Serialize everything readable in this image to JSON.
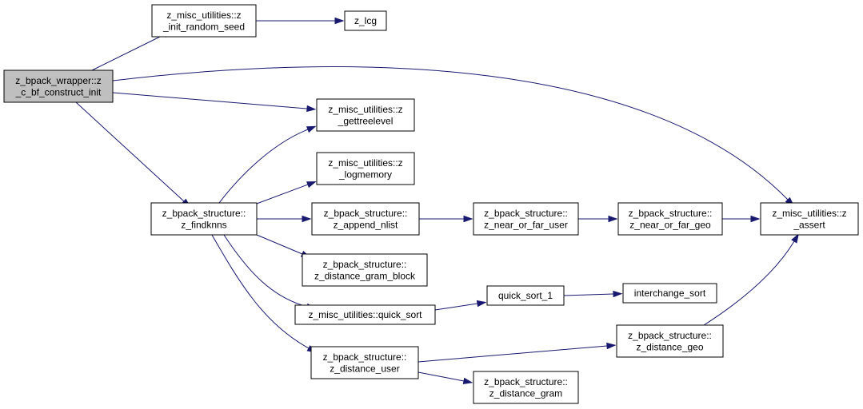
{
  "colors": {
    "node_fill": "#ffffff",
    "root_fill": "#bfbfbf",
    "node_border": "#000000",
    "edge": "#191970"
  },
  "nodes": [
    {
      "id": "root",
      "lines": [
        "z_bpack_wrapper::z",
        "_c_bf_construct_init"
      ],
      "root": true
    },
    {
      "id": "init_random_seed",
      "lines": [
        "z_misc_utilities::z",
        "_init_random_seed"
      ]
    },
    {
      "id": "lcg",
      "lines": [
        "z_lcg"
      ]
    },
    {
      "id": "gettreelevel",
      "lines": [
        "z_misc_utilities::z",
        "_gettreelevel"
      ]
    },
    {
      "id": "logmemory",
      "lines": [
        "z_misc_utilities::z",
        "_logmemory"
      ]
    },
    {
      "id": "findknns",
      "lines": [
        "z_bpack_structure::",
        "z_findknns"
      ]
    },
    {
      "id": "append_nlist",
      "lines": [
        "z_bpack_structure::",
        "z_append_nlist"
      ]
    },
    {
      "id": "near_or_far_user",
      "lines": [
        "z_bpack_structure::",
        "z_near_or_far_user"
      ]
    },
    {
      "id": "near_or_far_geo",
      "lines": [
        "z_bpack_structure::",
        "z_near_or_far_geo"
      ]
    },
    {
      "id": "assert",
      "lines": [
        "z_misc_utilities::z",
        "_assert"
      ]
    },
    {
      "id": "distance_gram_block",
      "lines": [
        "z_bpack_structure::",
        "z_distance_gram_block"
      ]
    },
    {
      "id": "quick_sort",
      "lines": [
        "z_misc_utilities::quick_sort"
      ]
    },
    {
      "id": "quick_sort_1",
      "lines": [
        "quick_sort_1"
      ]
    },
    {
      "id": "interchange_sort",
      "lines": [
        "interchange_sort"
      ]
    },
    {
      "id": "distance_user",
      "lines": [
        "z_bpack_structure::",
        "z_distance_user"
      ]
    },
    {
      "id": "distance_geo",
      "lines": [
        "z_bpack_structure::",
        "z_distance_geo"
      ]
    },
    {
      "id": "distance_gram",
      "lines": [
        "z_bpack_structure::",
        "z_distance_gram"
      ]
    }
  ],
  "edges": [
    {
      "from": "root",
      "to": "init_random_seed"
    },
    {
      "from": "root",
      "to": "assert"
    },
    {
      "from": "root",
      "to": "gettreelevel"
    },
    {
      "from": "root",
      "to": "findknns"
    },
    {
      "from": "init_random_seed",
      "to": "lcg"
    },
    {
      "from": "findknns",
      "to": "gettreelevel"
    },
    {
      "from": "findknns",
      "to": "logmemory"
    },
    {
      "from": "findknns",
      "to": "append_nlist"
    },
    {
      "from": "findknns",
      "to": "distance_gram_block"
    },
    {
      "from": "findknns",
      "to": "quick_sort"
    },
    {
      "from": "findknns",
      "to": "distance_user"
    },
    {
      "from": "append_nlist",
      "to": "near_or_far_user"
    },
    {
      "from": "near_or_far_user",
      "to": "near_or_far_geo"
    },
    {
      "from": "near_or_far_geo",
      "to": "assert"
    },
    {
      "from": "quick_sort",
      "to": "quick_sort_1"
    },
    {
      "from": "quick_sort_1",
      "to": "interchange_sort"
    },
    {
      "from": "distance_user",
      "to": "distance_geo"
    },
    {
      "from": "distance_user",
      "to": "distance_gram"
    },
    {
      "from": "distance_geo",
      "to": "assert"
    }
  ]
}
